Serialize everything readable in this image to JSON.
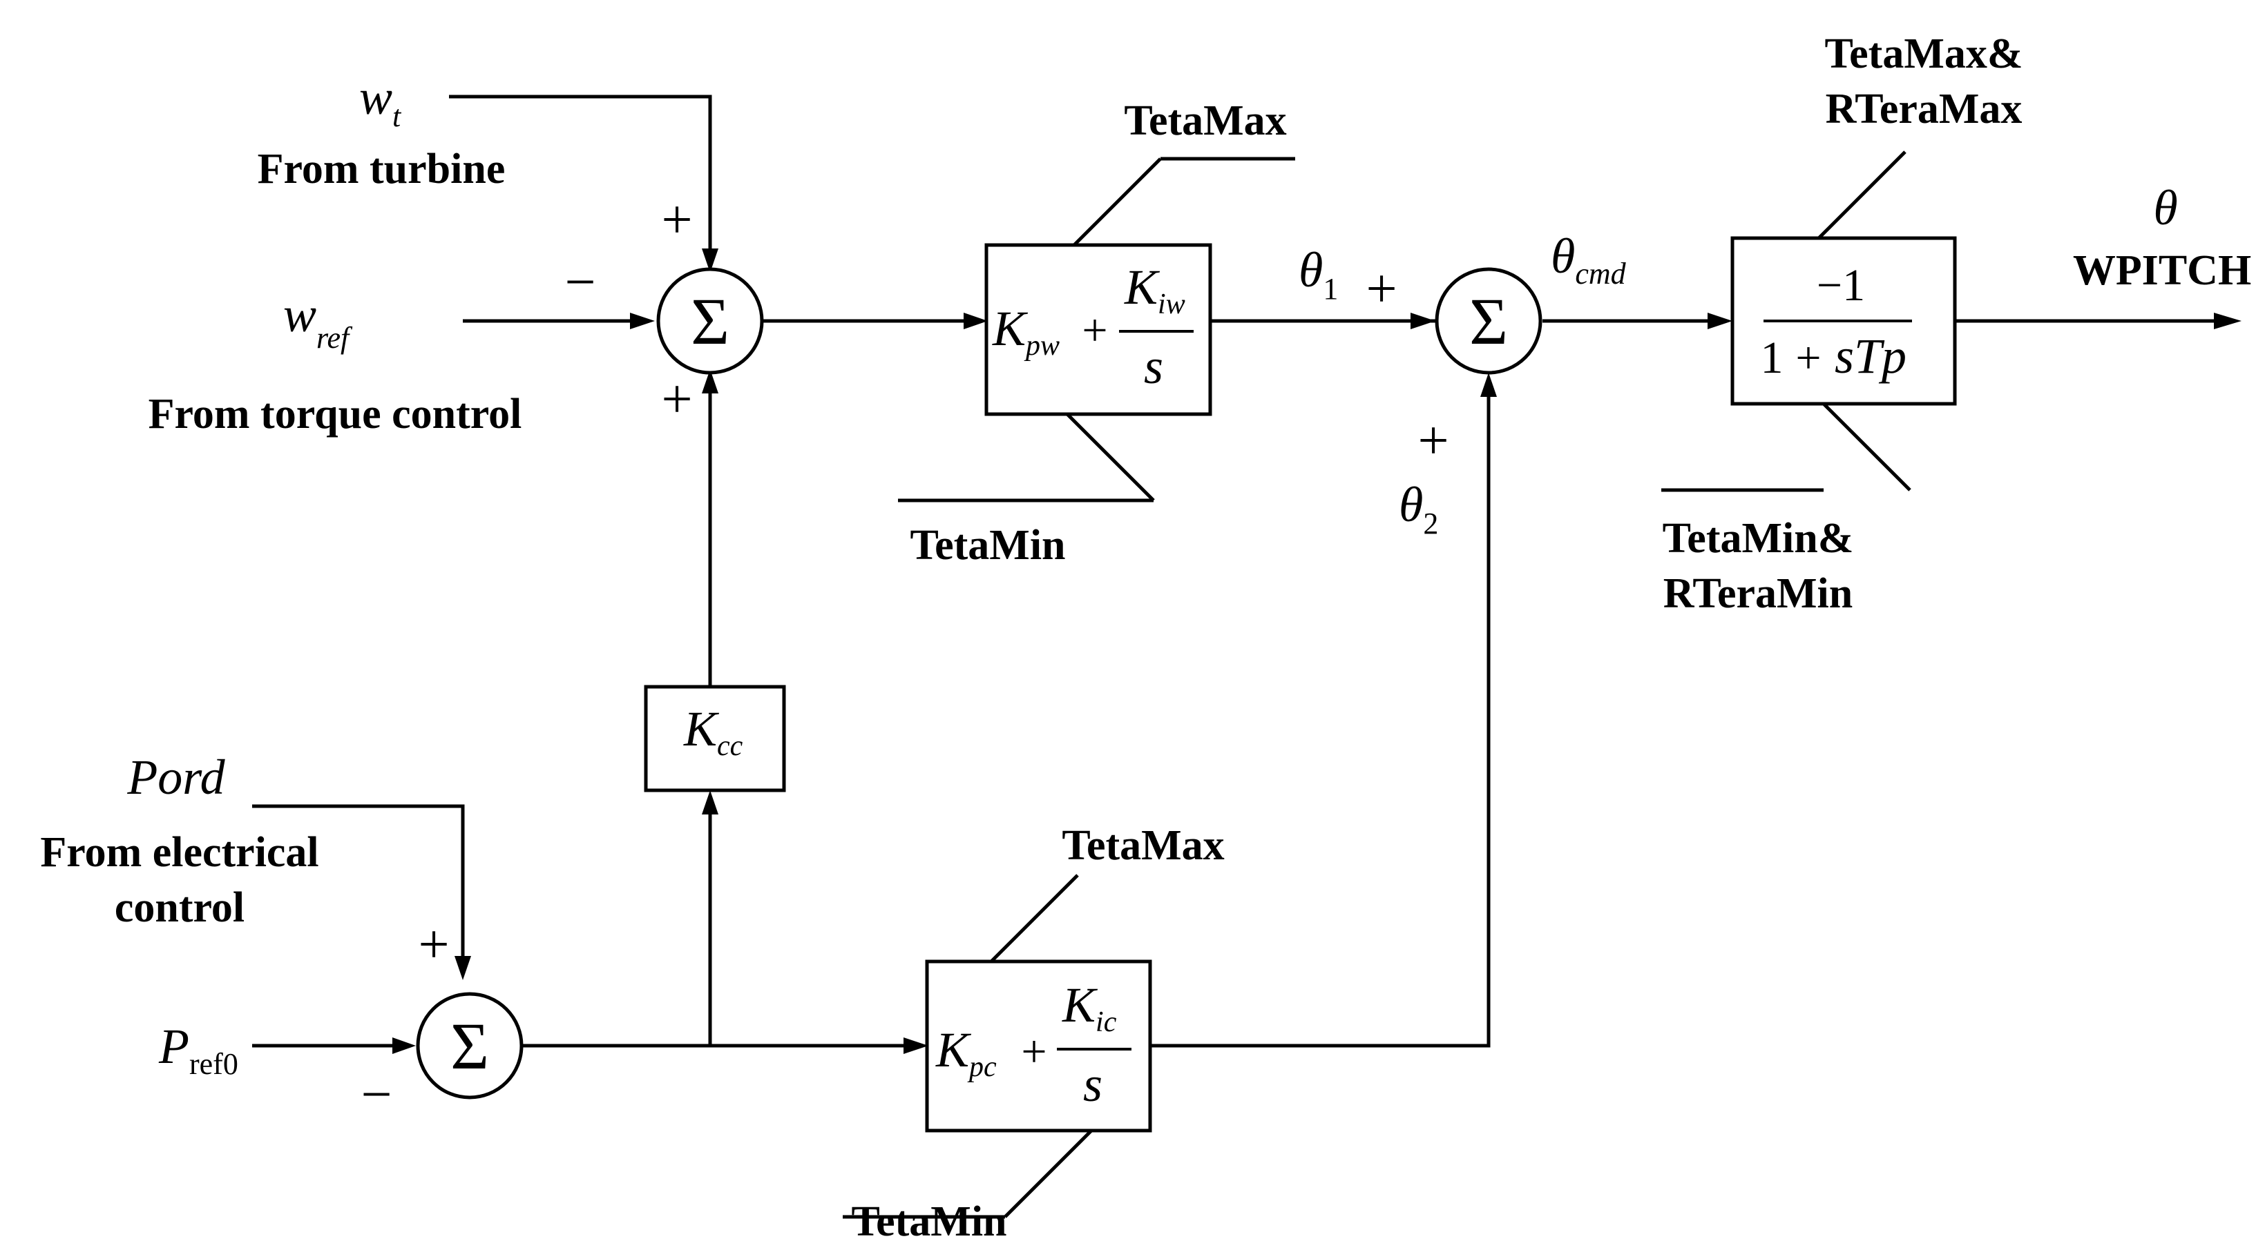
{
  "inputs": {
    "wt": {
      "symbol": "w",
      "sub": "t",
      "desc": "From turbine"
    },
    "wref": {
      "symbol": "w",
      "sub": "ref",
      "desc": "From torque control"
    },
    "pord": {
      "symbol": "Pord",
      "desc_line1": "From electrical",
      "desc_line2": "control"
    },
    "pref0": {
      "symbol": "P",
      "sub": "ref0"
    }
  },
  "output": {
    "symbol": "θ",
    "label": "WPITCH"
  },
  "signs": {
    "sum1_top": "+",
    "sum1_left": "−",
    "sum1_bottom": "+",
    "sum2_left": "+",
    "sum2_bottom": "+",
    "sum3_top": "+",
    "sum3_bottom": "−"
  },
  "sum_symbol": "Σ",
  "signals": {
    "theta1": {
      "symbol": "θ",
      "sub": "1"
    },
    "theta2": {
      "symbol": "θ",
      "sub": "2"
    },
    "thetacmd": {
      "symbol": "θ",
      "sub": "cmd"
    }
  },
  "blocks": {
    "pi_w": {
      "k1": "K",
      "k1_sub": "pw",
      "plus": "+",
      "num": "K",
      "num_sub": "iw",
      "den": "s",
      "max": "TetaMax",
      "min": "TetaMin"
    },
    "pi_c": {
      "k1": "K",
      "k1_sub": "pc",
      "plus": "+",
      "num": "K",
      "num_sub": "ic",
      "den": "s",
      "max": "TetaMax",
      "min": "TetaMin"
    },
    "kcc": {
      "k": "K",
      "k_sub": "cc"
    },
    "lag": {
      "num": "−1",
      "den_a": "1",
      "den_plus": "+",
      "den_b": "sTp",
      "max_line1": "TetaMax&",
      "max_line2": "RTeraMax",
      "min_line1": "TetaMin&",
      "min_line2": "RTeraMin"
    }
  }
}
